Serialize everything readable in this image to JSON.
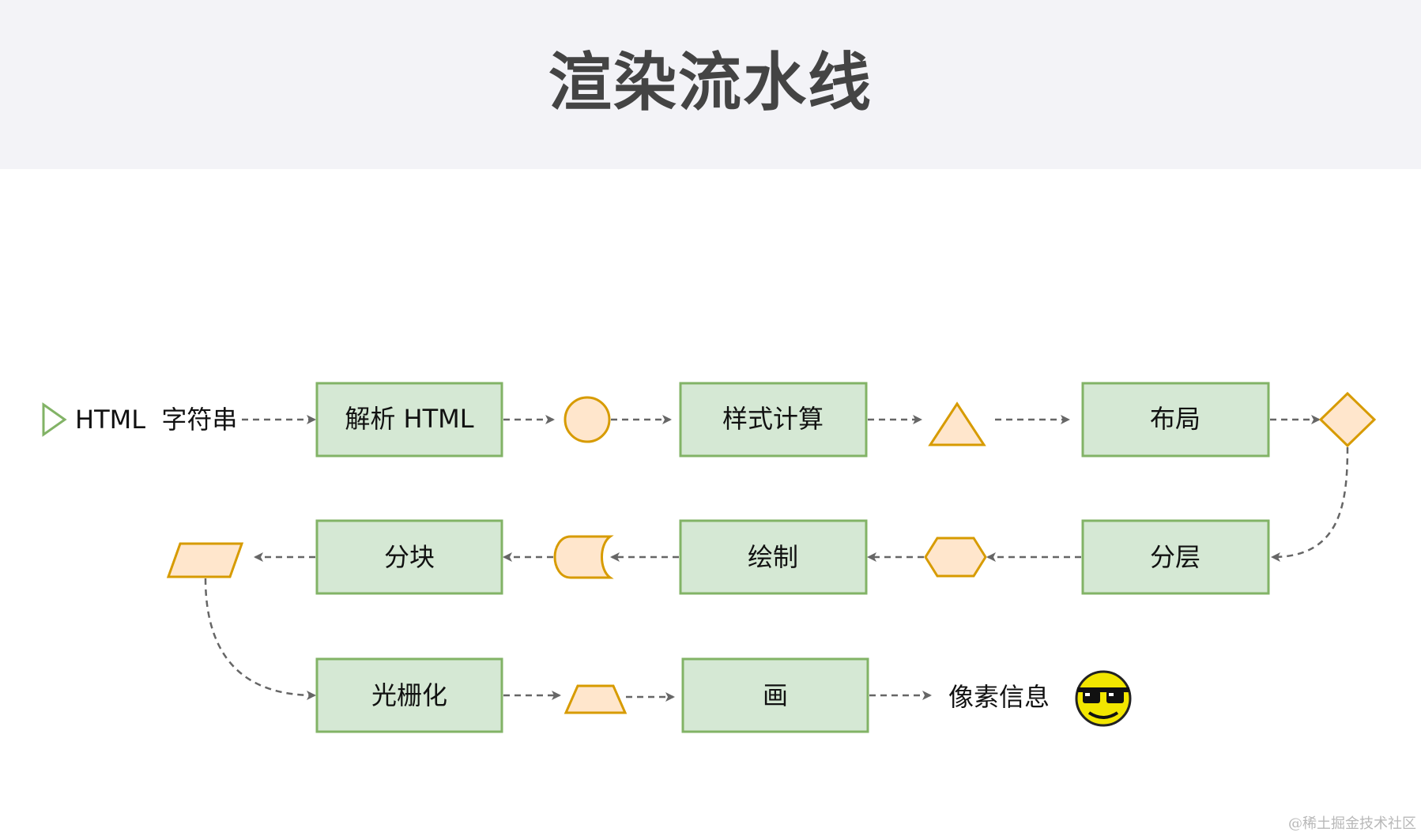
{
  "title": "渲染流水线",
  "start_label": "HTML  字符串",
  "end_label": "像素信息",
  "watermark": "@稀土掘金技术社区",
  "emoji_icon": "sunglasses-smiley-icon",
  "steps": {
    "parse": "解析 HTML",
    "style": "样式计算",
    "layout": "布局",
    "layer": "分层",
    "paint": "绘制",
    "tile": "分块",
    "raster": "光栅化",
    "draw": "画"
  },
  "colors": {
    "box_fill": "#d5e8d4",
    "box_stroke": "#82b366",
    "shape_fill": "#ffe6cc",
    "shape_stroke": "#d79b00",
    "arrow": "#666666",
    "header_bg": "#f3f3f7",
    "title": "#444444"
  }
}
